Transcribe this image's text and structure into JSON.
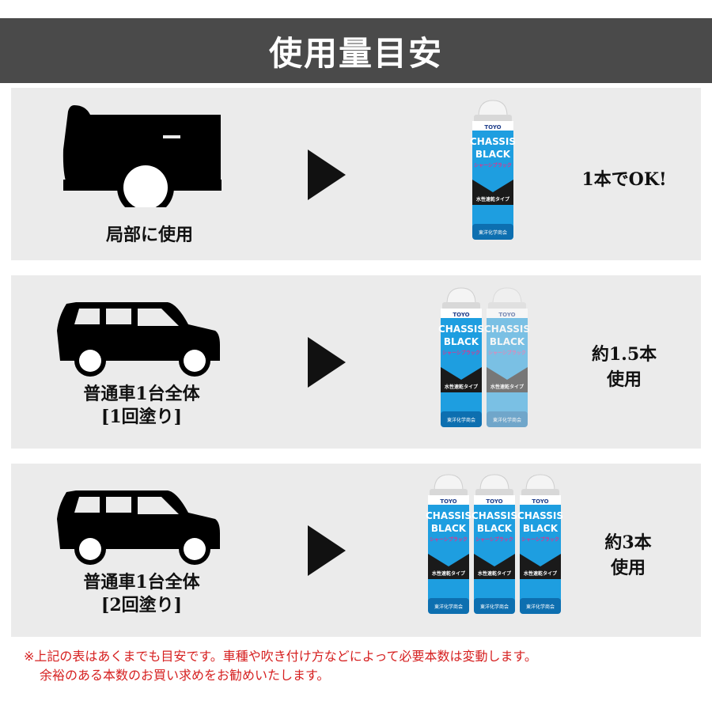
{
  "header": {
    "title": "使用量目安"
  },
  "colors": {
    "banner": "#4a4a4a",
    "panel": "#ebebeb",
    "can_blue": "#1e9ee0",
    "note": "#d62020"
  },
  "rows": [
    {
      "usage_lines": [
        "局部に使用"
      ],
      "can_count": 1,
      "result_lines": [
        "1本でOK!"
      ],
      "vehicle": "truck-rear-silhouette"
    },
    {
      "usage_lines": [
        "普通車1台全体",
        "[1回塗り]"
      ],
      "can_count": 1.5,
      "result_lines": [
        "約1.5本",
        "使用"
      ],
      "vehicle": "suv-silhouette"
    },
    {
      "usage_lines": [
        "普通車1台全体",
        "[2回塗り]"
      ],
      "can_count": 3,
      "result_lines": [
        "約3本",
        "使用"
      ],
      "vehicle": "suv-silhouette"
    }
  ],
  "can_label": {
    "brand": "TOYO",
    "line1": "CHASSIS",
    "line2": "BLACK",
    "subtitle": "シャーシブラック",
    "type": "水性速乾タイプ",
    "maker": "東洋化学商会"
  },
  "note": {
    "line1": "※上記の表はあくまでも目安です。車種や吹き付け方などによって必要本数は変動します。",
    "line2": "余裕のある本数のお買い求めをお勧めいたします。"
  }
}
